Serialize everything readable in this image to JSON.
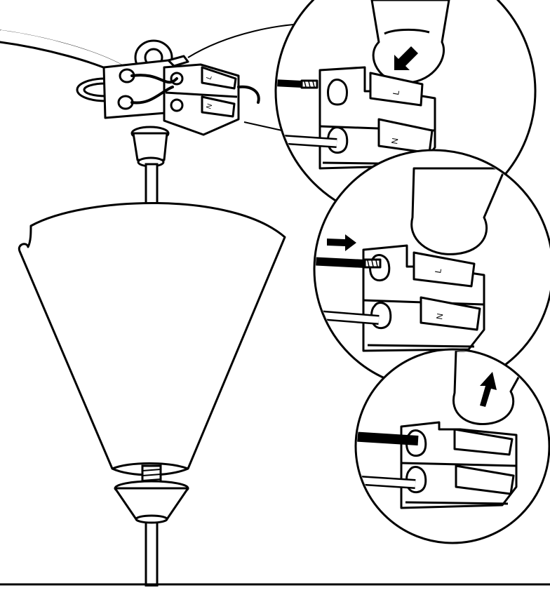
{
  "figure": {
    "colors": {
      "line": "#000000",
      "fill": "#ffffff",
      "wire_light": "#f2f2f2"
    },
    "terminal_marks": {
      "live": "L",
      "neutral": "N"
    },
    "steps": [
      {
        "action": "press-lever",
        "arrow": "down"
      },
      {
        "action": "insert-wire",
        "arrow": "right"
      },
      {
        "action": "release-lever",
        "arrow": "up"
      }
    ]
  }
}
